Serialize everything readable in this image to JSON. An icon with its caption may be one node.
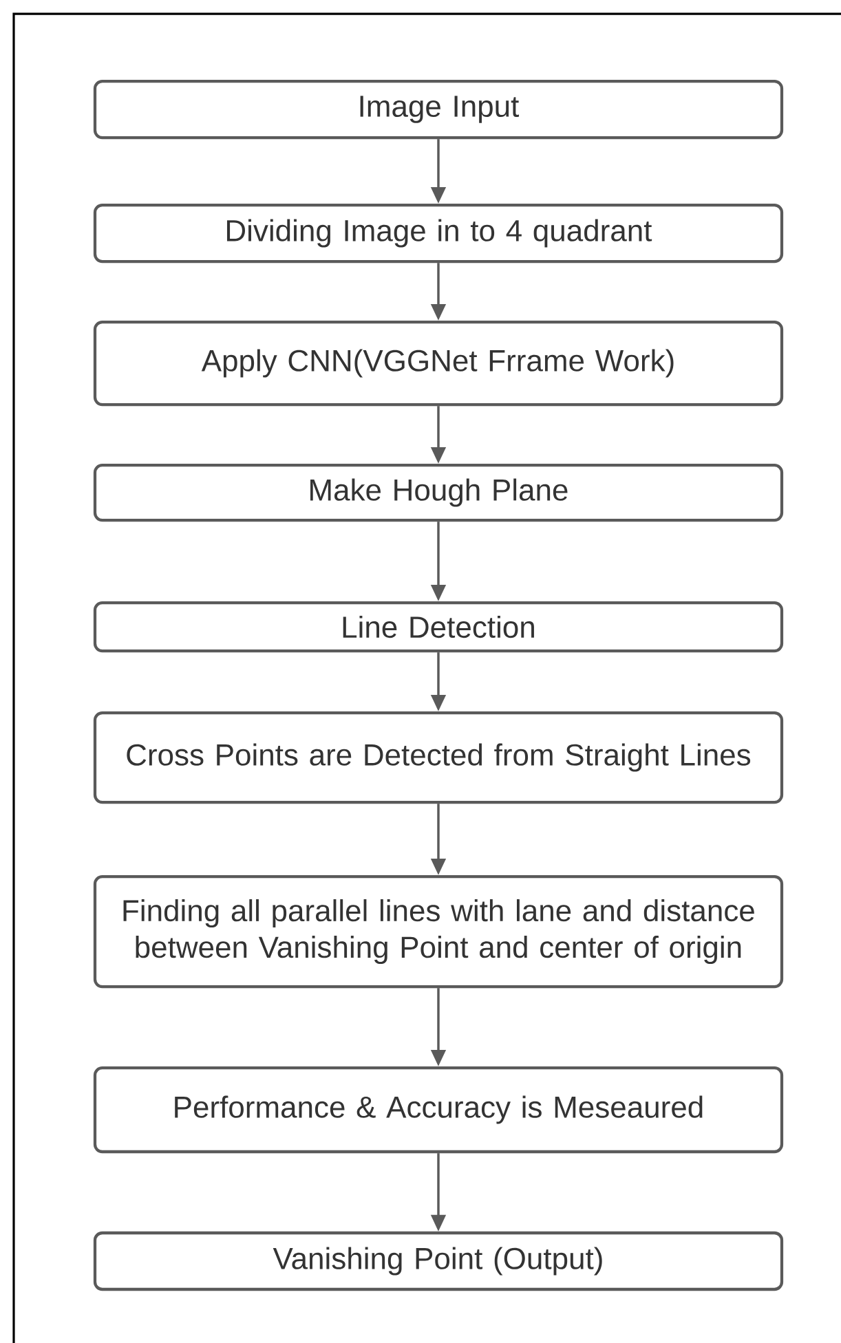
{
  "diagram": {
    "nodes": [
      {
        "text": [
          "Image Input"
        ]
      },
      {
        "text": [
          "Dividing Image in to 4 quadrant"
        ]
      },
      {
        "text": [
          "Apply CNN(VGGNet Frrame Work)"
        ]
      },
      {
        "text": [
          "Make Hough Plane"
        ]
      },
      {
        "text": [
          "Line Detection"
        ]
      },
      {
        "text": [
          "Cross Points are Detected from Straight Lines"
        ]
      },
      {
        "text": [
          "Finding all parallel lines with lane and distance between Vanishing Point and center of origin"
        ]
      },
      {
        "text": [
          "Performance & Accuracy is Meseaured"
        ]
      },
      {
        "text": [
          "Vanishing Point (Output)"
        ]
      }
    ],
    "edges": [
      {
        "from": 0,
        "to": 1,
        "arrow": "to"
      },
      {
        "from": 1,
        "to": 2,
        "arrow": "to"
      },
      {
        "from": 2,
        "to": 3,
        "arrow": "to"
      },
      {
        "from": 3,
        "to": 4,
        "arrow": "to"
      },
      {
        "from": 4,
        "to": 5,
        "arrow": "to"
      },
      {
        "from": 5,
        "to": 6,
        "arrow": "to"
      },
      {
        "from": 6,
        "to": 7,
        "arrow": "to"
      },
      {
        "from": 7,
        "to": 8,
        "arrow": "to"
      }
    ]
  }
}
